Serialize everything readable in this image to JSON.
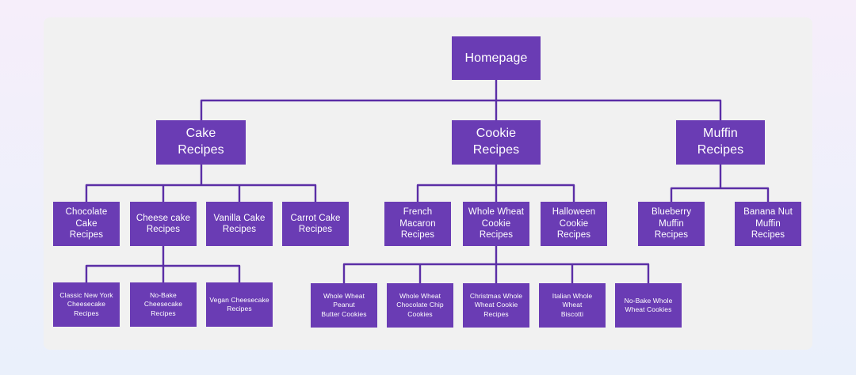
{
  "diagram": {
    "root": "Homepage",
    "categories": {
      "cake": "Cake\nRecipes",
      "cookie": "Cookie\nRecipes",
      "muffin": "Muffin\nRecipes"
    },
    "cake_items": {
      "chocolate": "Chocolate Cake\nRecipes",
      "cheese": "Cheese cake\nRecipes",
      "vanilla": "Vanilla Cake\nRecipes",
      "carrot": "Carrot Cake\nRecipes"
    },
    "cookie_items": {
      "macaron": "French Macaron\nRecipes",
      "whole_wheat": "Whole Wheat\nCookie Recipes",
      "halloween": "Halloween\nCookie Recipes"
    },
    "muffin_items": {
      "blueberry": "Blueberry\nMuffin Recipes",
      "banana_nut": "Banana Nut\nMuffin Recipes"
    },
    "cheesecake_items": {
      "new_york": "Classic New York\nCheesecake Recipes",
      "no_bake": "No-Bake Cheesecake\nRecipes",
      "vegan": "Vegan Cheesecake\nRecipes"
    },
    "whole_wheat_items": {
      "peanut_butter": "Whole Wheat Peanut\nButter Cookies",
      "chocolate_chip": "Whole Wheat\nChocolate Chip\nCookies",
      "christmas": "Christmas Whole\nWheat Cookie\nRecipes",
      "biscotti": "Italian Whole Wheat\nBiscotti",
      "no_bake": "No-Bake Whole\nWheat Cookies"
    }
  },
  "colors": {
    "node_fill": "#6a3cb4",
    "connector": "#5b2ea6",
    "panel": "#f1f1f1",
    "text": "#ffffff"
  }
}
